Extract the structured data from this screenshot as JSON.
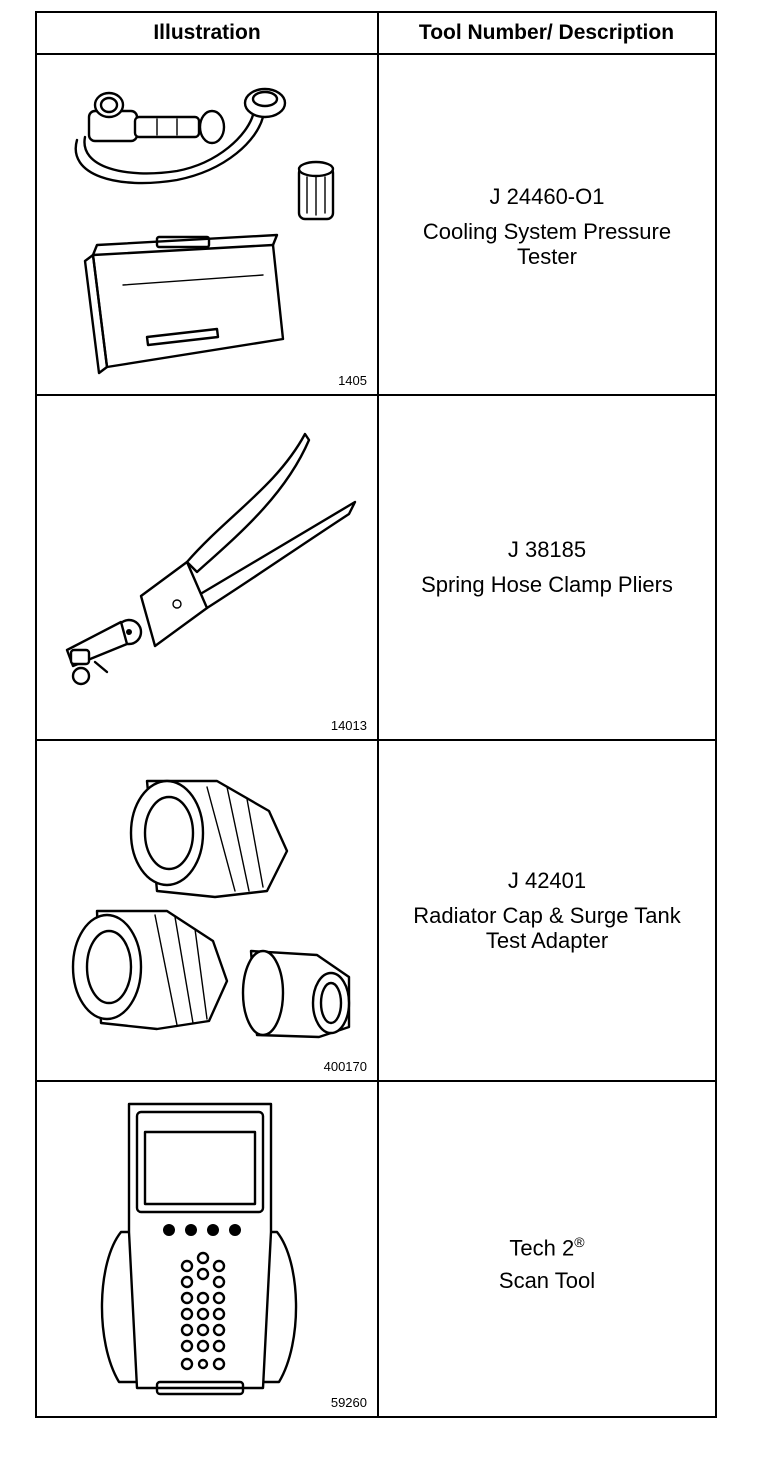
{
  "header": {
    "illustration": "Illustration",
    "tool_desc": "Tool Number/ Description"
  },
  "rows": [
    {
      "figure": "1405",
      "tool_number": "J 24460-O1",
      "desc_line1": "Cooling System Pressure",
      "desc_line2": "Tester"
    },
    {
      "figure": "14013",
      "tool_number": "J 38185",
      "desc_line1": "Spring Hose Clamp Pliers",
      "desc_line2": ""
    },
    {
      "figure": "400170",
      "tool_number": "J 42401",
      "desc_line1": "Radiator Cap & Surge Tank",
      "desc_line2": "Test Adapter"
    },
    {
      "figure": "59260",
      "tool_number": "Tech 2",
      "tool_mark": "®",
      "desc_line1": "Scan Tool",
      "desc_line2": ""
    }
  ]
}
